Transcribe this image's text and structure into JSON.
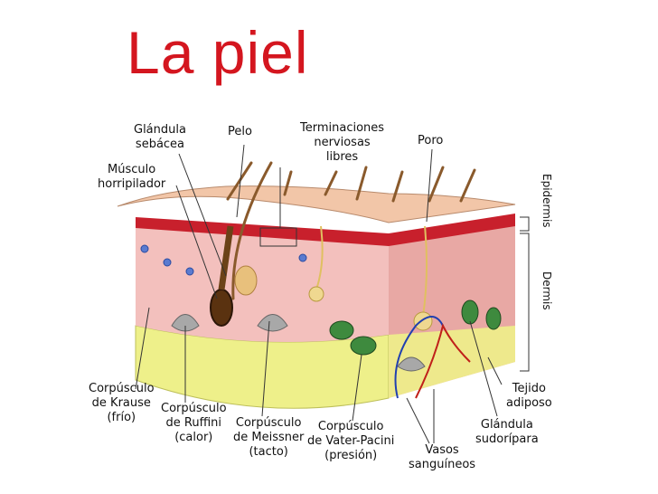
{
  "title": "La piel",
  "labels": {
    "glandula_sebacea": [
      "Glándula",
      "sebácea"
    ],
    "pelo": "Pelo",
    "terminaciones": [
      "Terminaciones",
      "nerviosas",
      "libres"
    ],
    "poro": "Poro",
    "musculo": [
      "Músculo",
      "horripilador"
    ],
    "epidermis": "Epidermis",
    "dermis": "Dermis",
    "krause": [
      "Corpúsculo",
      "de Krause",
      "(frío)"
    ],
    "ruffini": [
      "Corpúsculo",
      "de Ruffini",
      "(calor)"
    ],
    "meissner": [
      "Corpúsculo",
      "de Meissner",
      "(tacto)"
    ],
    "pacini": [
      "Corpúsculo",
      "de Vater-Pacini",
      "(presión)"
    ],
    "vasos": [
      "Vasos",
      "sanguíneos"
    ],
    "tejido": [
      "Tejido",
      "adiposo"
    ],
    "glandula_sudoripara": [
      "Glándula",
      "sudorípara"
    ]
  },
  "colors": {
    "title": "#d4161f",
    "epidermis_top": "#f2c6a8",
    "epidermis_red": "#c8202c",
    "dermis": "#f3c0bd",
    "dermis_side": "#e8a8a4",
    "adipose": "#eef08a",
    "hair": "#8a5a2c"
  }
}
